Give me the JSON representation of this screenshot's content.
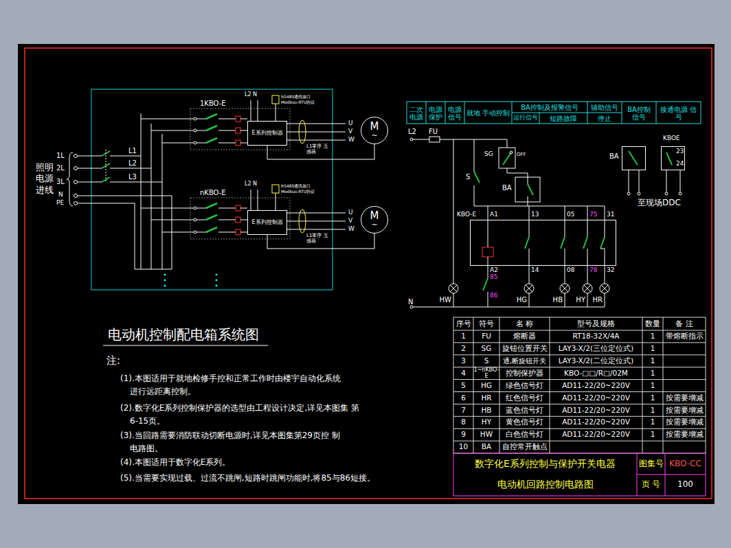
{
  "diagram": {
    "title": "电动机控制配电箱系统图",
    "nodes": [
      {
        "text": [
          "E系列控制器"
        ]
      },
      {
        "text": [
          "M",
          "~"
        ]
      },
      {
        "text": [
          "E系列控制器"
        ]
      },
      {
        "text": [
          "M",
          "~"
        ]
      },
      {
        "text": [
          "KBO-E"
        ]
      },
      {
        "text": [
          "BA"
        ]
      },
      {
        "text": [
          "KBOE"
        ]
      }
    ],
    "edges": [
      {
        "from": 0,
        "to": 1,
        "arrow": "none"
      },
      {
        "from": 2,
        "to": 3,
        "arrow": "none"
      }
    ],
    "labels": [
      "1KBO-E",
      "L2 N",
      "RS485通讯接口",
      "Modbus-RTU协议",
      "L1零序 互感器",
      "U",
      "V",
      "W",
      "L1",
      "L2",
      "L3",
      "1L",
      "2L",
      "3L",
      "N",
      "PE",
      "照明电源进线",
      "nKBO-E",
      "L2 N",
      "RS485通讯接口",
      "Modbus-RTU协议",
      "L1零序 互感器",
      "U",
      "V",
      "W",
      "二次 电源",
      "电源 保护",
      "电源 信号",
      "就地 手动控制",
      "BA控制及报警信号",
      "辅助信号",
      "运行信号",
      "短路故障",
      "停止",
      "BA控制 信号",
      "接通电源 信号",
      "L2",
      "FU",
      "SG",
      "OFF",
      "S",
      "BA",
      "A1",
      "13",
      "05",
      "75",
      "31",
      "A2",
      "85",
      "86",
      "14",
      "08",
      "78",
      "32",
      "N",
      "HW",
      "HG",
      "HB",
      "HY",
      "HR",
      "23",
      "24",
      "至现场DDC",
      "序号",
      "符号",
      "名 称",
      "型号及规格",
      "数量",
      "备 注",
      "1",
      "FU",
      "熔断器",
      "RT18-32X/4A",
      "1",
      "带熔断指示",
      "2",
      "SG",
      "旋钮位置开关",
      "LAY3-X/2(三位定位式)",
      "1",
      "3",
      "S",
      "通,断旋钮开关",
      "LAY3-X/2(二位定位式)",
      "1",
      "4",
      "1~nKBO-E",
      "控制保护器",
      "KBO-□□/R□/02M",
      "1",
      "5",
      "HG",
      "绿色信号灯",
      "AD11-22/20~220V",
      "1",
      "6",
      "HR",
      "红色信号灯",
      "AD11-22/20~220V",
      "1",
      "按需要增减",
      "7",
      "HB",
      "蓝色信号灯",
      "AD11-22/20~220V",
      "1",
      "按需要增减",
      "8",
      "HY",
      "黄色信号灯",
      "AD11-22/20~220V",
      "1",
      "按需要增减",
      "9",
      "HW",
      "白色信号灯",
      "AD11-22/20~220V",
      "1",
      "按需要增减",
      "10",
      "BA",
      "自控常开触点",
      "数字化E系列控制与保护开关电器",
      "电动机回路控制电路图",
      "图集号",
      "KBO-CC",
      "页 号",
      "100",
      "注:",
      "(1).本图适用于就地检修手控和正常工作时由楼宇自动化系统 进行远距离控制。",
      "(2).数字化E系列控制保护器的选型由工程设计决定,详见本图集 第6-15页。",
      "(3).当回路需要消防联动切断电源时,详见本图集第29页控 制电路图。",
      "(4).本图适用于数字化E系列。",
      "(5).当需要实现过载、过流不跳闸,短路时跳闸功能时,将85与86短接。"
    ]
  }
}
